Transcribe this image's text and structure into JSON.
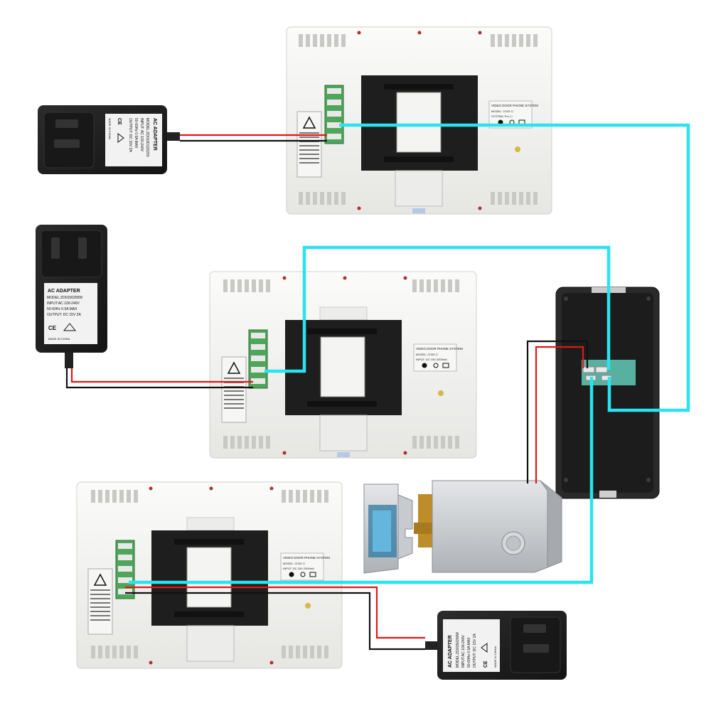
{
  "adapters": [
    {
      "id": "adapter-top",
      "lines": [
        "AC ADAPTER",
        "MODEL:ZD012D120200",
        "INPUT: AC 100-240V",
        "50-60Hz 0.5A MAX",
        "OUTPUT: DC 15V 2A",
        "MADE IN CHINA"
      ]
    },
    {
      "id": "adapter-middle",
      "lines": [
        "AC ADAPTER",
        "MODEL:ZD0150200W",
        "INPUT:AC 100-240V",
        "50-60Hz 0.5A MAX",
        "OUTPUT: DC 15V 2A",
        "MADE IN CHINA"
      ]
    },
    {
      "id": "adapter-bottom",
      "lines": [
        "AC ADAPTER",
        "MODEL:ZD0150200W",
        "INPUT:AC 100-240V",
        "50-60Hz 0.5A MAX",
        "OUTPUT: DC 15V 2A",
        "MADE IN CHINA"
      ]
    }
  ],
  "monitor_label": {
    "title": "VIDEO DOOR PHONE SYSTEM",
    "rows": [
      "MODEL:  07/09  ☐",
      "SYSTEM:  Pro  ☐",
      "INPUT:  DC 15V  2000mA"
    ]
  },
  "colors": {
    "video_wire": "#29e3ee",
    "power_red": "#e01818",
    "power_black": "#111111",
    "monitor_body": "#f3f3f1",
    "bracket": "#1e1e1e",
    "adapter": "#1f1f1f",
    "doorbell": "#2a2a2a",
    "lock": "#c9ccd0",
    "terminal": "#4fa65a"
  }
}
